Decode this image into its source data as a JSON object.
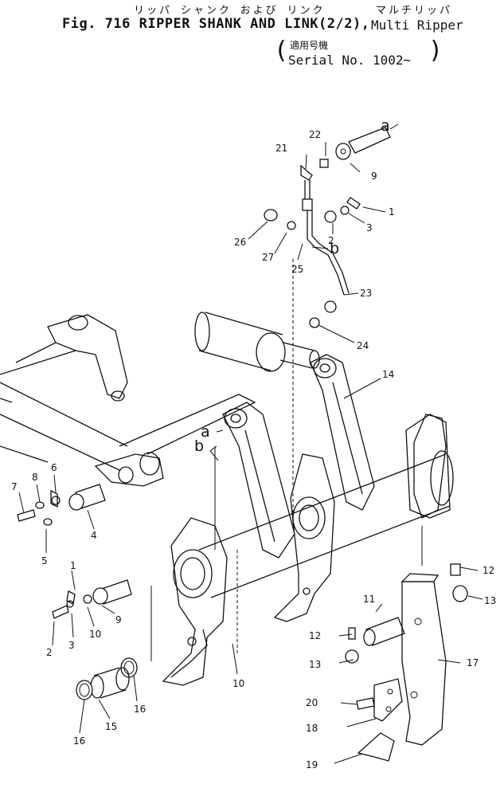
{
  "header": {
    "japanese_title": "リッパ シャンク および リンク",
    "japanese_multi": "マルチリッパ",
    "figure_title": "Fig. 716 RIPPER SHANK AND LINK(2/2),",
    "multi_ripper": "Multi Ripper",
    "applicable_japanese": "適用号機",
    "serial_no": "Serial No. 1002~"
  },
  "diagram": {
    "connectors": [
      "a",
      "b",
      "a",
      "b"
    ],
    "callouts": [
      {
        "id": "c22",
        "text": "22"
      },
      {
        "id": "c21",
        "text": "21"
      },
      {
        "id": "c9a",
        "text": "9"
      },
      {
        "id": "c1a",
        "text": "1"
      },
      {
        "id": "c3a",
        "text": "3"
      },
      {
        "id": "c2a",
        "text": "2"
      },
      {
        "id": "c26",
        "text": "26"
      },
      {
        "id": "c27",
        "text": "27"
      },
      {
        "id": "c25",
        "text": "25"
      },
      {
        "id": "c23",
        "text": "23"
      },
      {
        "id": "c24",
        "text": "24"
      },
      {
        "id": "c14",
        "text": "14"
      },
      {
        "id": "c7",
        "text": "7"
      },
      {
        "id": "c8",
        "text": "8"
      },
      {
        "id": "c6",
        "text": "6"
      },
      {
        "id": "c4",
        "text": "4"
      },
      {
        "id": "c5",
        "text": "5"
      },
      {
        "id": "c1b",
        "text": "1"
      },
      {
        "id": "c9b",
        "text": "9"
      },
      {
        "id": "c10a",
        "text": "10"
      },
      {
        "id": "c2b",
        "text": "2"
      },
      {
        "id": "c3b",
        "text": "3"
      },
      {
        "id": "c10b",
        "text": "10"
      },
      {
        "id": "c12a",
        "text": "12"
      },
      {
        "id": "c13a",
        "text": "13"
      },
      {
        "id": "c11",
        "text": "11"
      },
      {
        "id": "c12b",
        "text": "12"
      },
      {
        "id": "c13b",
        "text": "13"
      },
      {
        "id": "c17",
        "text": "17"
      },
      {
        "id": "c20",
        "text": "20"
      },
      {
        "id": "c18",
        "text": "18"
      },
      {
        "id": "c19",
        "text": "19"
      },
      {
        "id": "c16a",
        "text": "16"
      },
      {
        "id": "c15",
        "text": "15"
      },
      {
        "id": "c16b",
        "text": "16"
      }
    ]
  }
}
